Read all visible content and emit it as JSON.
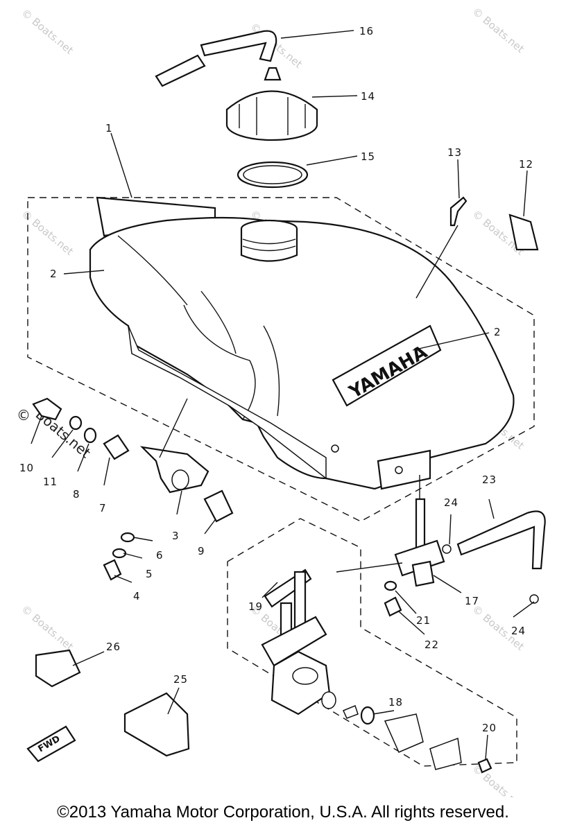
{
  "callouts": {
    "c1": "1",
    "c2a": "2",
    "c2b": "2",
    "c3": "3",
    "c4": "4",
    "c5": "5",
    "c6": "6",
    "c7": "7",
    "c8": "8",
    "c9": "9",
    "c10": "10",
    "c11": "11",
    "c12": "12",
    "c13": "13",
    "c14": "14",
    "c15": "15",
    "c16": "16",
    "c17": "17",
    "c18": "18",
    "c19": "19",
    "c20": "20",
    "c21": "21",
    "c22": "22",
    "c23": "23",
    "c24a": "24",
    "c24b": "24",
    "c25": "25",
    "c26": "26"
  },
  "tank_logo": "YAMAHA",
  "fwd_label": "FWD",
  "watermark": "© Boats.net",
  "watermark_left_copyright": "©",
  "watermark_left_text": "Boats.net",
  "copyright": "©2013 Yamaha Motor Corporation, U.S.A. All rights reserved."
}
